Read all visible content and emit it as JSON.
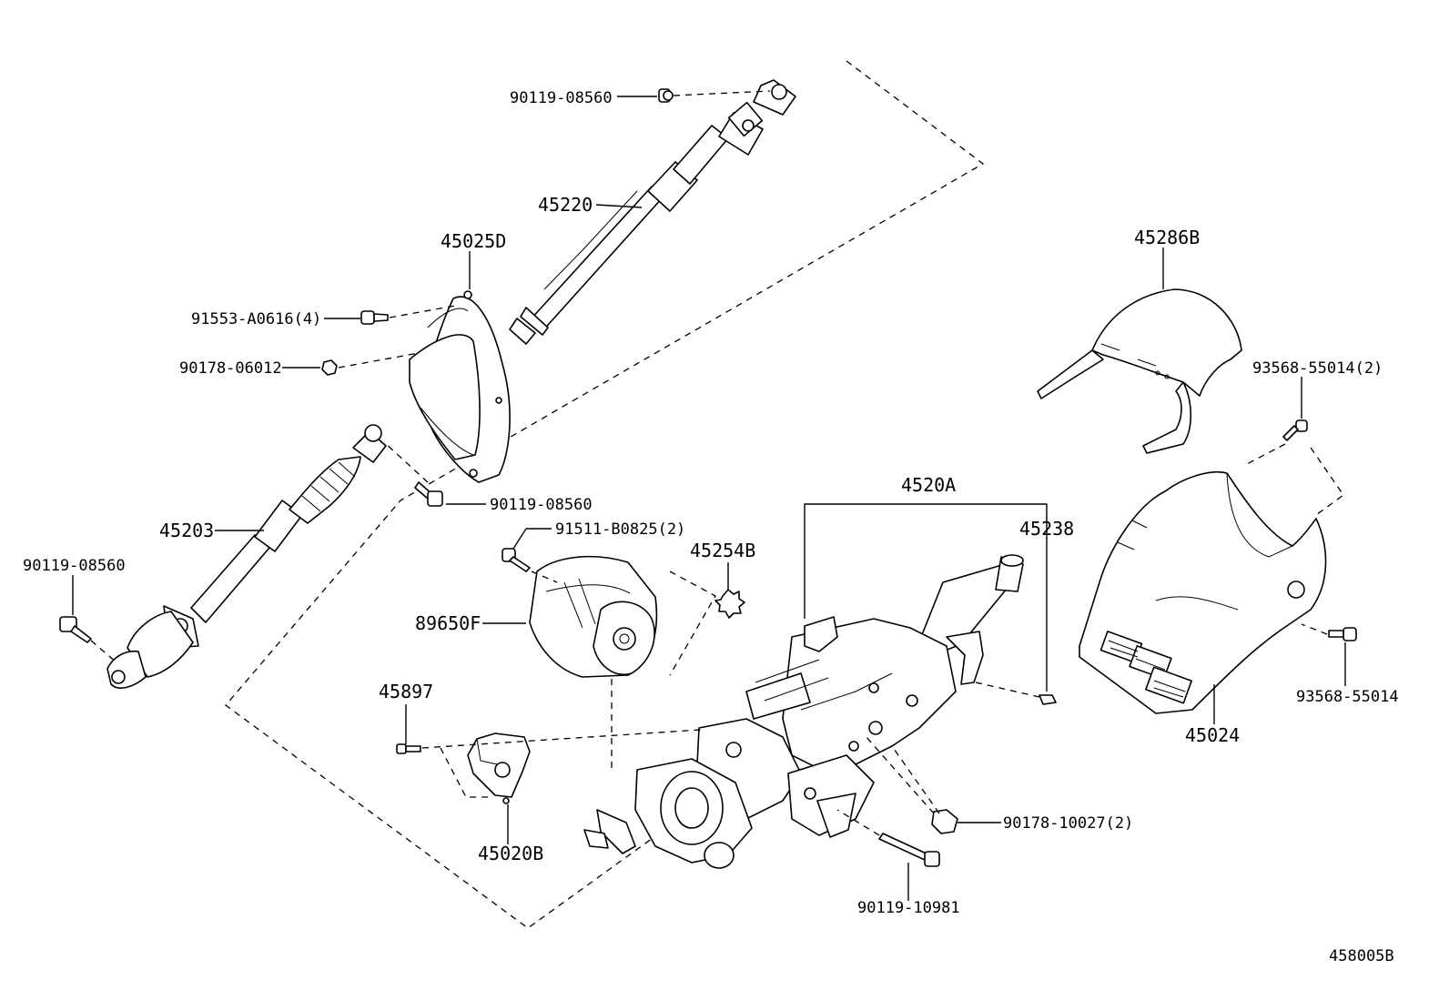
{
  "labels": {
    "bolt_top": "90119-08560",
    "shaft_upper": "45220",
    "cover_plate": "45025D",
    "screw_plate": "91553-A0616(4)",
    "nut_plate": "90178-06012",
    "shaft_lower": "45203",
    "bolt_mid": "90119-08560",
    "bolt_left": "90119-08560",
    "screw_motor": "91511-B0825(2)",
    "gear": "45254B",
    "motor": "89650F",
    "screw_small": "45897",
    "bracket": "45020B",
    "column_assy": "4520A",
    "clip": "45238",
    "cover_upper": "45286B",
    "screw_cover_2": "93568-55014(2)",
    "screw_cover": "93568-55014",
    "cover_lower": "45024",
    "nut_column": "90178-10027(2)",
    "bolt_column": "90119-10981",
    "diagram_id": "458005B"
  }
}
